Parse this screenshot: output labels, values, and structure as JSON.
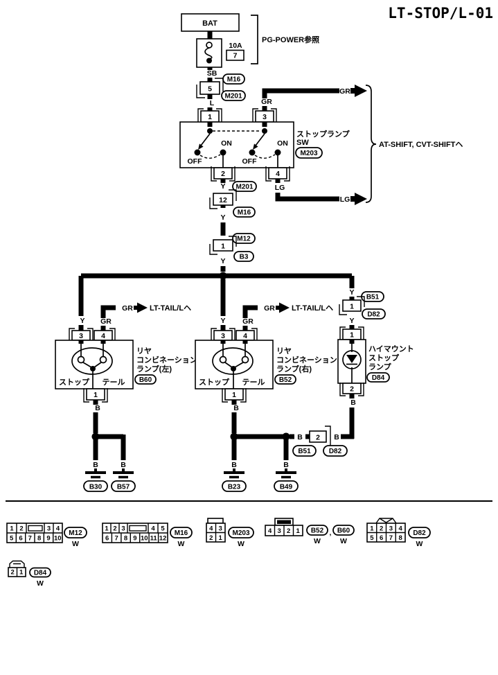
{
  "title": "LT-STOP/L-01",
  "power": {
    "bat": "BAT",
    "fuse_rating": "10A",
    "fuse_no": "7",
    "note": "PG-POWER参照"
  },
  "wire": {
    "sb": "SB",
    "l": "L",
    "gr": "GR",
    "y": "Y",
    "lg": "LG",
    "b": "B"
  },
  "pin": {
    "p1": "1",
    "p2": "2",
    "p3": "3",
    "p4": "4",
    "p5": "5",
    "p12": "12"
  },
  "conn": {
    "m12": "M12",
    "m16": "M16",
    "m201": "M201",
    "m203": "M203",
    "b3": "B3",
    "b23": "B23",
    "b30": "B30",
    "b49": "B49",
    "b51": "B51",
    "b52": "B52",
    "b57": "B57",
    "b60": "B60",
    "d82": "D82",
    "d84": "D84"
  },
  "switch": {
    "name1": "ストップランプ",
    "name2": "SW",
    "on": "ON",
    "off": "OFF"
  },
  "dest": {
    "at_shift": "AT-SHIFT, CVT-SHIFTヘ",
    "lt_tail": "LT-TAIL/Lヘ"
  },
  "lamp": {
    "left1": "リヤ",
    "left2": "コンビネーション",
    "left3": "ランプ(左)",
    "right1": "リヤ",
    "right2": "コンビネーション",
    "right3": "ランプ(右)",
    "stop": "ストップ",
    "tail": "テール",
    "hm1": "ハイマウント",
    "hm2": "ストップ",
    "hm3": "ランプ"
  },
  "legend": [
    {
      "code": "M12",
      "color": "W",
      "row1": [
        "1",
        "2",
        "3",
        "4"
      ],
      "row2": [
        "5",
        "6",
        "7",
        "8",
        "9",
        "10"
      ]
    },
    {
      "code": "M16",
      "color": "W",
      "row1": [
        "1",
        "2",
        "3",
        "4",
        "5"
      ],
      "row2": [
        "6",
        "7",
        "8",
        "9",
        "10",
        "11",
        "12"
      ]
    },
    {
      "code": "M203",
      "color": "W",
      "row1": [
        "4",
        "3"
      ],
      "row2": [
        "2",
        "1"
      ]
    },
    {
      "codes": [
        "B52",
        "B60"
      ],
      "separator": ",",
      "colors": [
        "W",
        "W"
      ],
      "row1": [
        "4",
        "3",
        "2",
        "1"
      ]
    },
    {
      "code": "D82",
      "color": "W",
      "row1": [
        "1",
        "2",
        "3",
        "4"
      ],
      "row2": [
        "5",
        "6",
        "7",
        "8"
      ]
    },
    {
      "code": "D84",
      "color": "W",
      "row1": [
        "2",
        "1"
      ]
    }
  ]
}
